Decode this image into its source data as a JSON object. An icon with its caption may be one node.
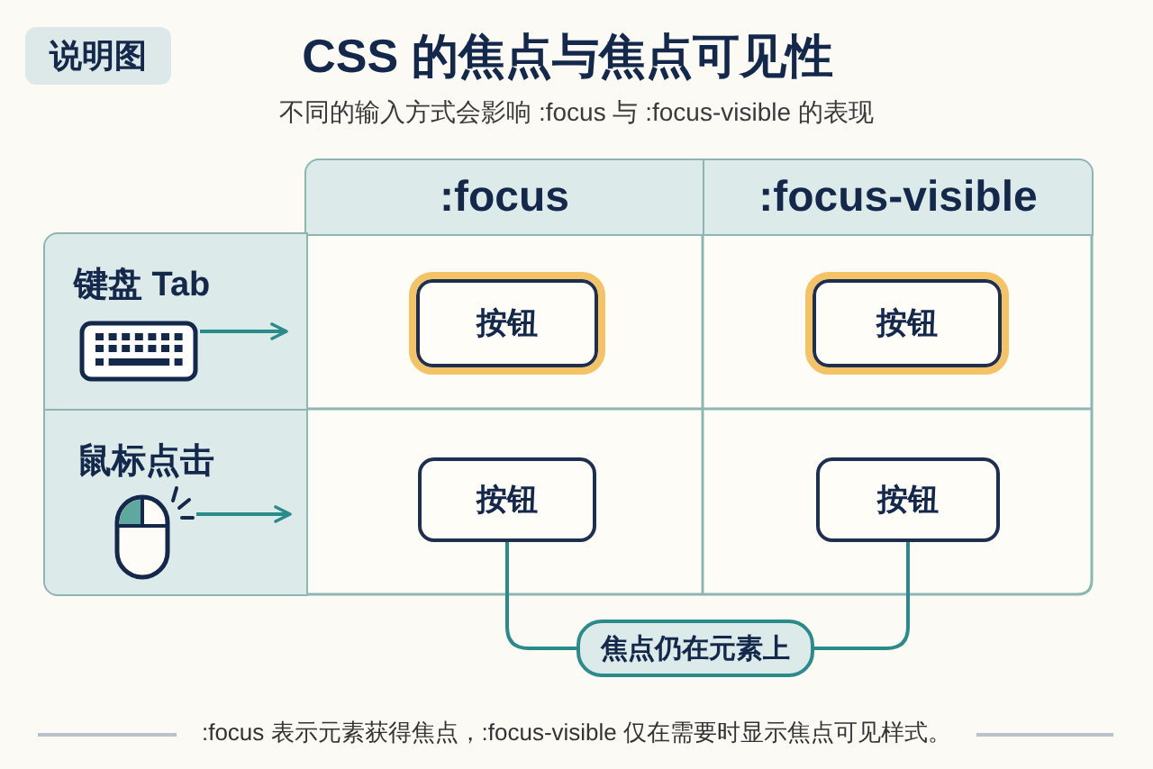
{
  "diagram": {
    "title": "CSS 的焦点与焦点可见性",
    "caption": ":focus 表示元素获得焦点，:focus-visible 仅在需要时显示焦点可见样式。",
    "nodes": [
      {
        "text": [
          "说明图"
        ]
      },
      {
        "text": [
          ":focus"
        ]
      },
      {
        "text": [
          ":focus-visible"
        ]
      },
      {
        "text": [
          "键盘 Tab"
        ]
      },
      {
        "text": [],
        "shape": "picture",
        "in": 3
      },
      {
        "text": [
          "按钮"
        ]
      },
      {
        "text": [
          "按钮"
        ]
      },
      {
        "text": [
          "鼠标点击"
        ]
      },
      {
        "text": [],
        "shape": "picture",
        "in": 7
      },
      {
        "text": [
          "按钮"
        ]
      },
      {
        "text": [
          "按钮"
        ]
      },
      {
        "text": [
          "焦点仍在元素上"
        ]
      }
    ],
    "edges": [
      {
        "from": 4,
        "to": null,
        "arrow": "to"
      },
      {
        "from": 8,
        "to": null,
        "arrow": "to"
      },
      {
        "from": 9,
        "to": 11,
        "arrow": "none"
      },
      {
        "from": 10,
        "to": 11,
        "arrow": "none"
      }
    ],
    "labels": [
      "不同的输入方式会影响 :focus 与 :focus-visible 的表现"
    ]
  }
}
